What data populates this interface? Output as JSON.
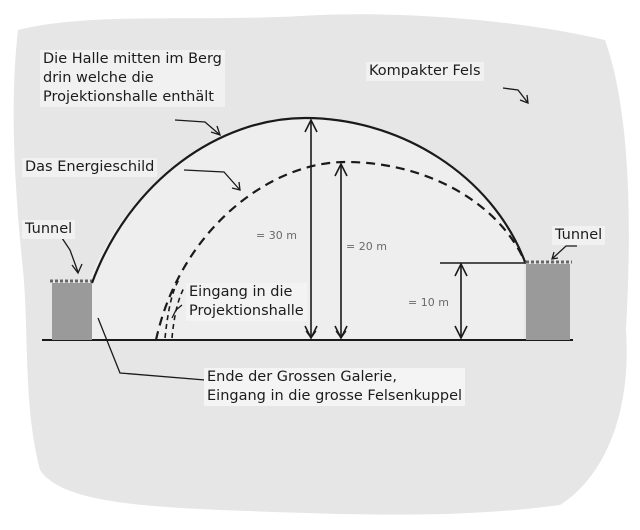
{
  "labels": {
    "halle": [
      "Die Halle mitten im Berg",
      "drin welche die",
      "Projektionshalle enthält"
    ],
    "fels": "Kompakter Fels",
    "schild": "Das Energieschild",
    "tunnel_left": "Tunnel",
    "tunnel_right": "Tunnel",
    "eingang_proj": [
      "Eingang in die",
      "Projektionshalle"
    ],
    "galerie": [
      "Ende der Grossen Galerie,",
      "Eingang in die grosse Felsenkuppel"
    ]
  },
  "measurements": {
    "height_outer": "= 30 m",
    "height_inner": "= 20 m",
    "height_side": "= 10 m"
  },
  "colors": {
    "background_rock": "#e6e6e6",
    "label_box": "#f1f1f1",
    "tunnel_block": "#9a9a9a",
    "line": "#1a1a1a"
  }
}
